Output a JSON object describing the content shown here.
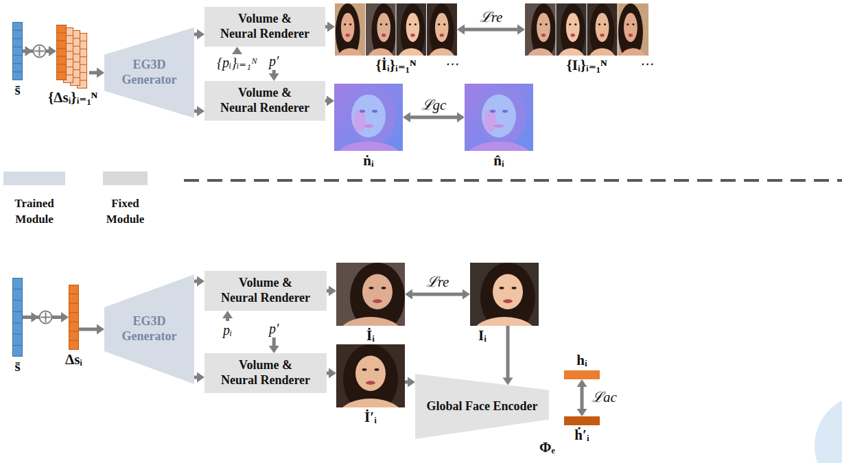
{
  "diagram": {
    "nodes": [
      {
        "text": [
          "s̄"
        ]
      },
      {
        "text": [
          "{Δsᵢ}ᵢ₌₁ᴺ"
        ]
      },
      {
        "text": [
          "EG3D Generator"
        ]
      },
      {
        "text": [
          "Volume & Neural Renderer"
        ]
      },
      {
        "text": [
          "Volume & Neural Renderer"
        ]
      },
      {
        "text": [
          "{İᵢ}ᵢ₌₁ᴺ"
        ]
      },
      {
        "text": [
          "{Iᵢ}ᵢ₌₁ᴺ"
        ]
      },
      {
        "text": [
          "ṅᵢ"
        ]
      },
      {
        "text": [
          "n̂ᵢ"
        ]
      },
      {
        "text": [
          "s̄"
        ]
      },
      {
        "text": [
          "Δsᵢ"
        ]
      },
      {
        "text": [
          "EG3D Generator"
        ]
      },
      {
        "text": [
          "Volume & Neural Renderer"
        ]
      },
      {
        "text": [
          "Volume & Neural Renderer"
        ]
      },
      {
        "text": [
          "İᵢ"
        ]
      },
      {
        "text": [
          "Iᵢ"
        ]
      },
      {
        "text": [
          "İ′ᵢ"
        ]
      },
      {
        "text": [
          "Global Face Encoder",
          "Φₑ"
        ]
      },
      {
        "text": [
          "hᵢ"
        ]
      },
      {
        "text": [
          "ḣ′ᵢ"
        ]
      }
    ],
    "edges": [
      {
        "from": 0,
        "to": 1,
        "arrow": "to"
      },
      {
        "from": 1,
        "to": 2,
        "arrow": "to"
      },
      {
        "from": 2,
        "to": 3,
        "arrow": "to"
      },
      {
        "from": 2,
        "to": 4,
        "arrow": "to"
      },
      {
        "from": 3,
        "to": 5,
        "arrow": "to"
      },
      {
        "from": 5,
        "to": 6,
        "label": "ℒre",
        "arrow": "both"
      },
      {
        "from": 4,
        "to": 7,
        "arrow": "to"
      },
      {
        "from": 7,
        "to": 8,
        "label": "ℒgc",
        "arrow": "both"
      },
      {
        "from": 9,
        "to": 10,
        "arrow": "to"
      },
      {
        "from": 10,
        "to": 11,
        "arrow": "to"
      },
      {
        "from": 11,
        "to": 12,
        "arrow": "to"
      },
      {
        "from": 11,
        "to": 13,
        "arrow": "to"
      },
      {
        "from": 12,
        "to": 14,
        "arrow": "to"
      },
      {
        "from": 14,
        "to": 15,
        "label": "ℒre",
        "arrow": "both"
      },
      {
        "from": 13,
        "to": 16,
        "arrow": "to"
      },
      {
        "from": 15,
        "to": 17,
        "arrow": "to"
      },
      {
        "from": 16,
        "to": 17,
        "arrow": "to"
      },
      {
        "from": 18,
        "to": 19,
        "label": "ℒac",
        "arrow": "both"
      }
    ],
    "labels": [
      "{pᵢ}ᵢ₌₁ᴺ",
      "p′",
      "⋯",
      "⋯",
      "pᵢ",
      "p′"
    ],
    "legend": [
      {
        "text": "Trained Module",
        "color": "#d6dce5"
      },
      {
        "text": "Fixed Module",
        "color": "#d9d9d9"
      }
    ]
  }
}
